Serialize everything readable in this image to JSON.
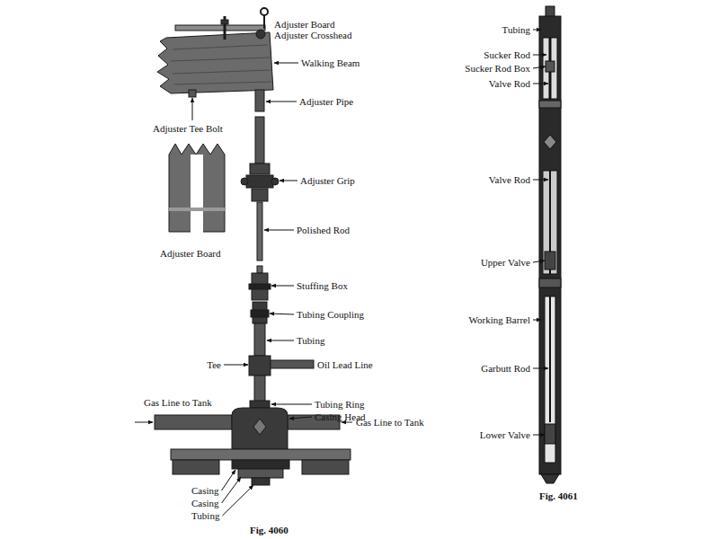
{
  "diagram": {
    "labels": [
      "Adjuster Board",
      "Adjuster Crosshead",
      "Walking Beam",
      "Adjuster Pipe",
      "Adjuster Tee Bolt",
      "Adjuster Grip",
      "Adjuster Board",
      "Polished Rod",
      "Stuffing Box",
      "Tubing Coupling",
      "Tubing",
      "Tee",
      "Oil Lead Line",
      "Gas Line to Tank",
      "Tubing Ring",
      "Casing Head",
      "Gas Line to Tank",
      "Casing",
      "Casing",
      "Tubing",
      "Fig. 4060",
      "Tubing",
      "Sucker Rod",
      "Sucker Rod Box",
      "Valve Rod",
      "Valve Rod",
      "Upper Valve",
      "Working Barrel",
      "Garbutt Rod",
      "Lower Valve",
      "Fig. 4061"
    ]
  }
}
